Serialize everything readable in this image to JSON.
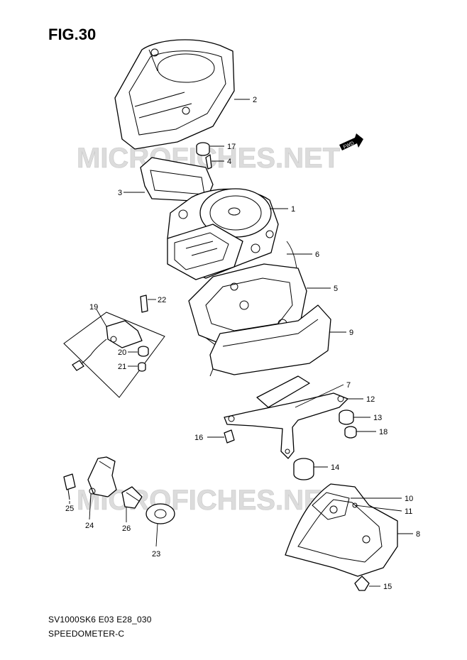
{
  "figure_title": "FIG.30",
  "watermark_text": "MICROFICHES.NET",
  "fwd_label": "FWD",
  "footer": {
    "model_code": "SV1000SK6 E03 E28_030",
    "section_name": "SPEEDOMETER-C"
  },
  "callouts": [
    "1",
    "2",
    "3",
    "4",
    "5",
    "6",
    "7",
    "8",
    "9",
    "10",
    "11",
    "12",
    "13",
    "14",
    "15",
    "16",
    "17",
    "18",
    "19",
    "20",
    "21",
    "22",
    "23",
    "24",
    "25",
    "26"
  ]
}
